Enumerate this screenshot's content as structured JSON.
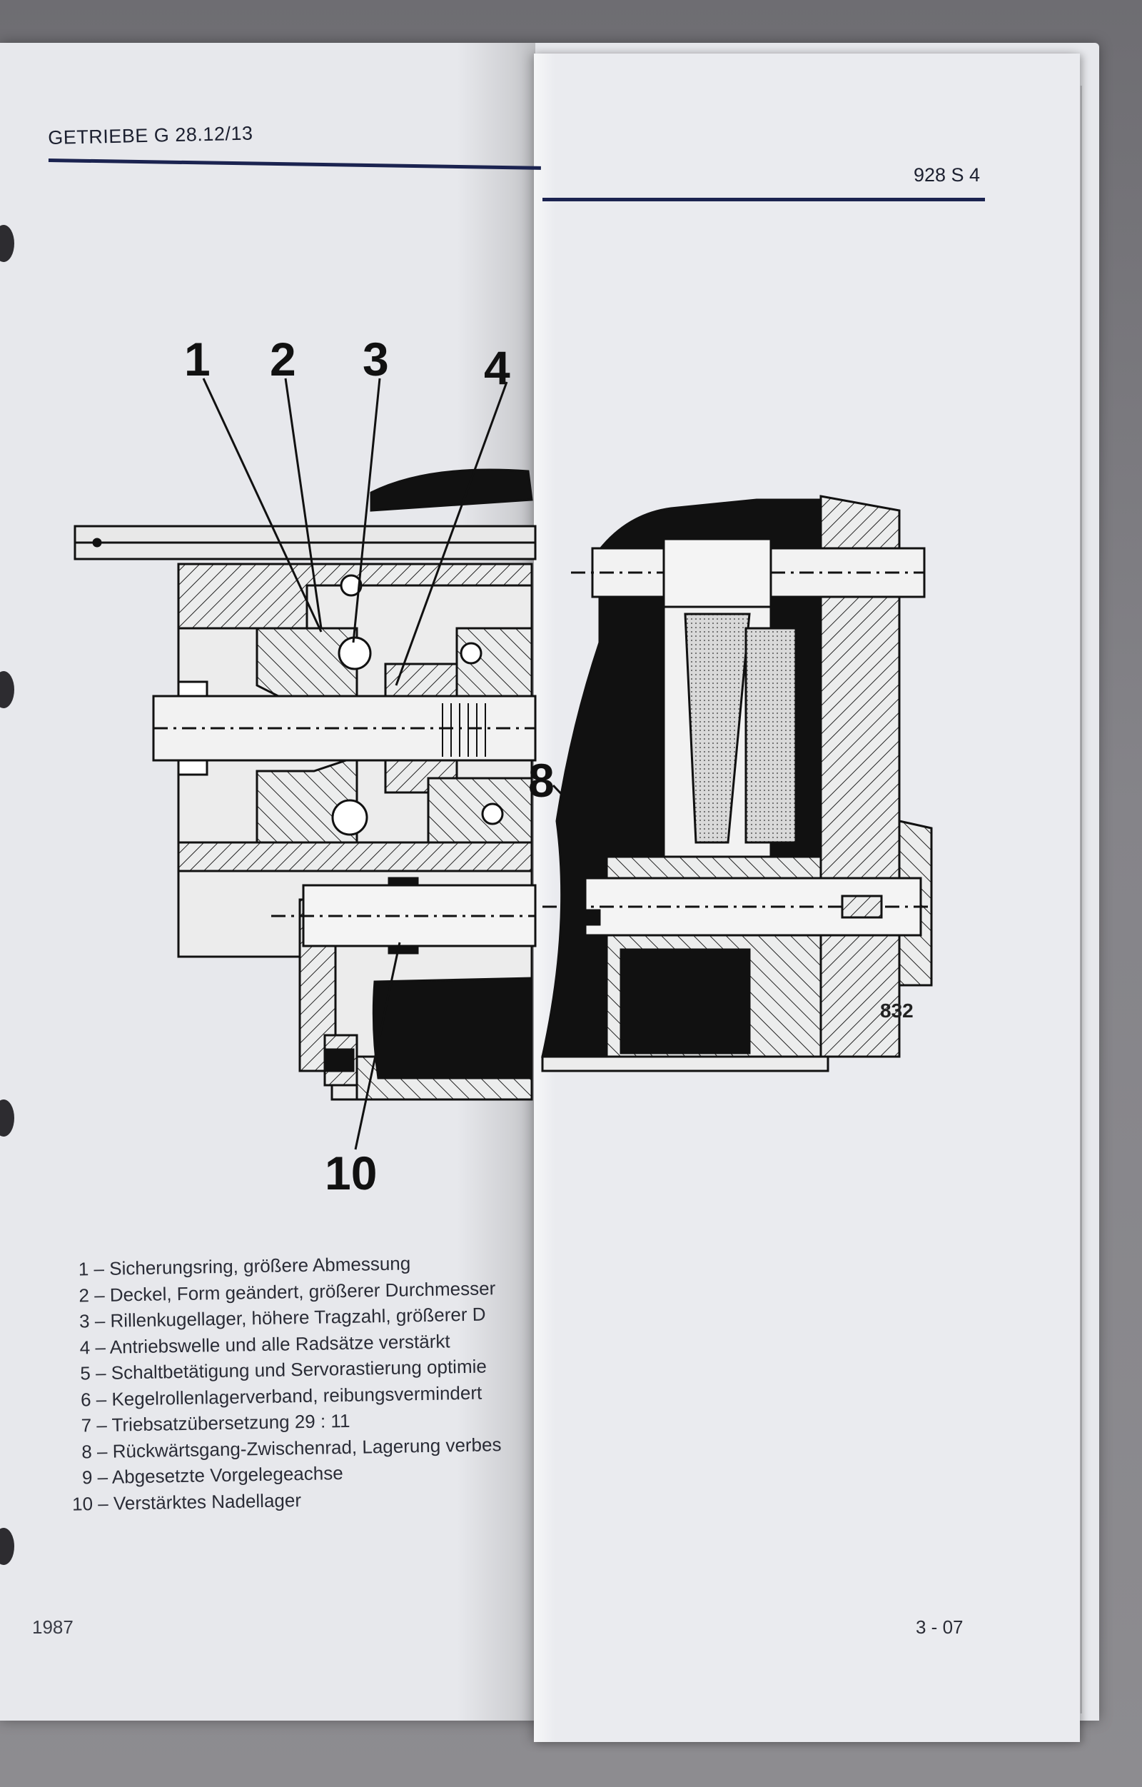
{
  "header": {
    "left_title": "GETRIEBE G 28.12/13",
    "right_title": "928 S 4"
  },
  "callouts": {
    "c1": "1",
    "c2": "2",
    "c3": "3",
    "c4": "4",
    "c8": "8",
    "c10": "10"
  },
  "figure_number": "832",
  "legend": [
    {
      "num": "1",
      "text": "Sicherungsring, größere Abmessung"
    },
    {
      "num": "2",
      "text": "Deckel, Form geändert, größerer Durchmesser"
    },
    {
      "num": "3",
      "text": "Rillenkugellager, höhere Tragzahl, größerer D"
    },
    {
      "num": "4",
      "text": "Antriebswelle und alle Radsätze verstärkt"
    },
    {
      "num": "5",
      "text": "Schaltbetätigung und Servorastierung optimie"
    },
    {
      "num": "6",
      "text": "Kegelrollenlagerverband, reibungsvermindert"
    },
    {
      "num": "7",
      "text": "Triebsatzübersetzung 29 : 11"
    },
    {
      "num": "8",
      "text": "Rückwärtsgang-Zwischenrad, Lagerung verbes"
    },
    {
      "num": "9",
      "text": "Abgesetzte Vorgelegeachse"
    },
    {
      "num": "10",
      "text": "Verstärktes Nadellager"
    }
  ],
  "footer": {
    "year": "1987",
    "page": "3 - 07"
  }
}
